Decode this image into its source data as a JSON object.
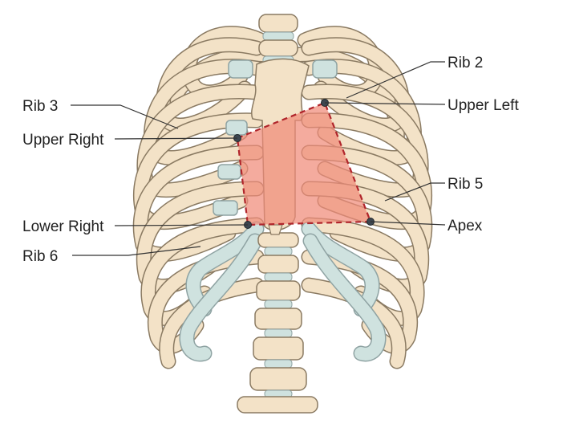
{
  "diagram": {
    "labels": {
      "rib2": "Rib 2",
      "rib3": "Rib 3",
      "rib5": "Rib 5",
      "rib6": "Rib 6",
      "upper_left": "Upper Left",
      "upper_right": "Upper Right",
      "lower_right": "Lower Right",
      "apex": "Apex"
    },
    "colors": {
      "bone": "#f3e2c7",
      "bone_outline": "#8a7a62",
      "cartilage": "#cfe2df",
      "heart_region": "#f08a78",
      "heart_border": "#b0252b",
      "leader_line": "#333333",
      "marker_dot": "#3d4650"
    }
  }
}
